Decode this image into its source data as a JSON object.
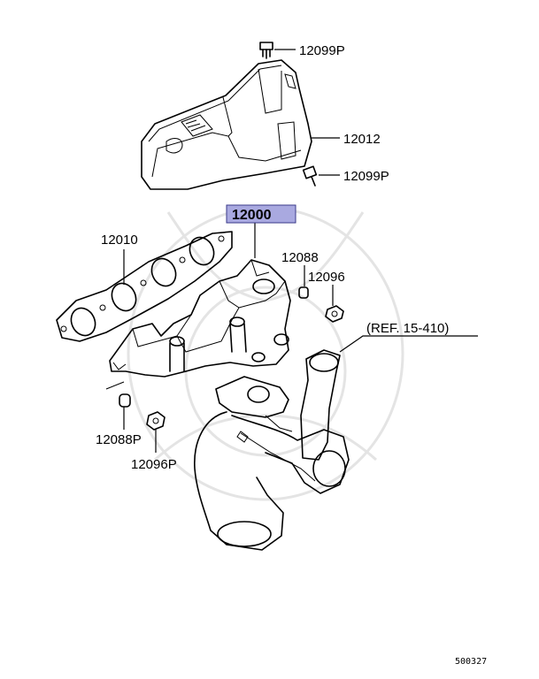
{
  "callouts": {
    "bolt_top": "12099P",
    "heat_protector": "12012",
    "bolt_side": "12099P",
    "manifold_assy": "12000",
    "gasket": "12010",
    "nut_washer": "12088",
    "nut": "12096",
    "ref_turbo": "(REF. 15-410)",
    "nut_washer_lower": "12088P",
    "nut_lower": "12096P"
  },
  "footer": {
    "diagram_code": "500327"
  },
  "colors": {
    "highlight_fill": "#a9a9e0",
    "highlight_border": "#3a3a8a",
    "line": "#000000"
  }
}
